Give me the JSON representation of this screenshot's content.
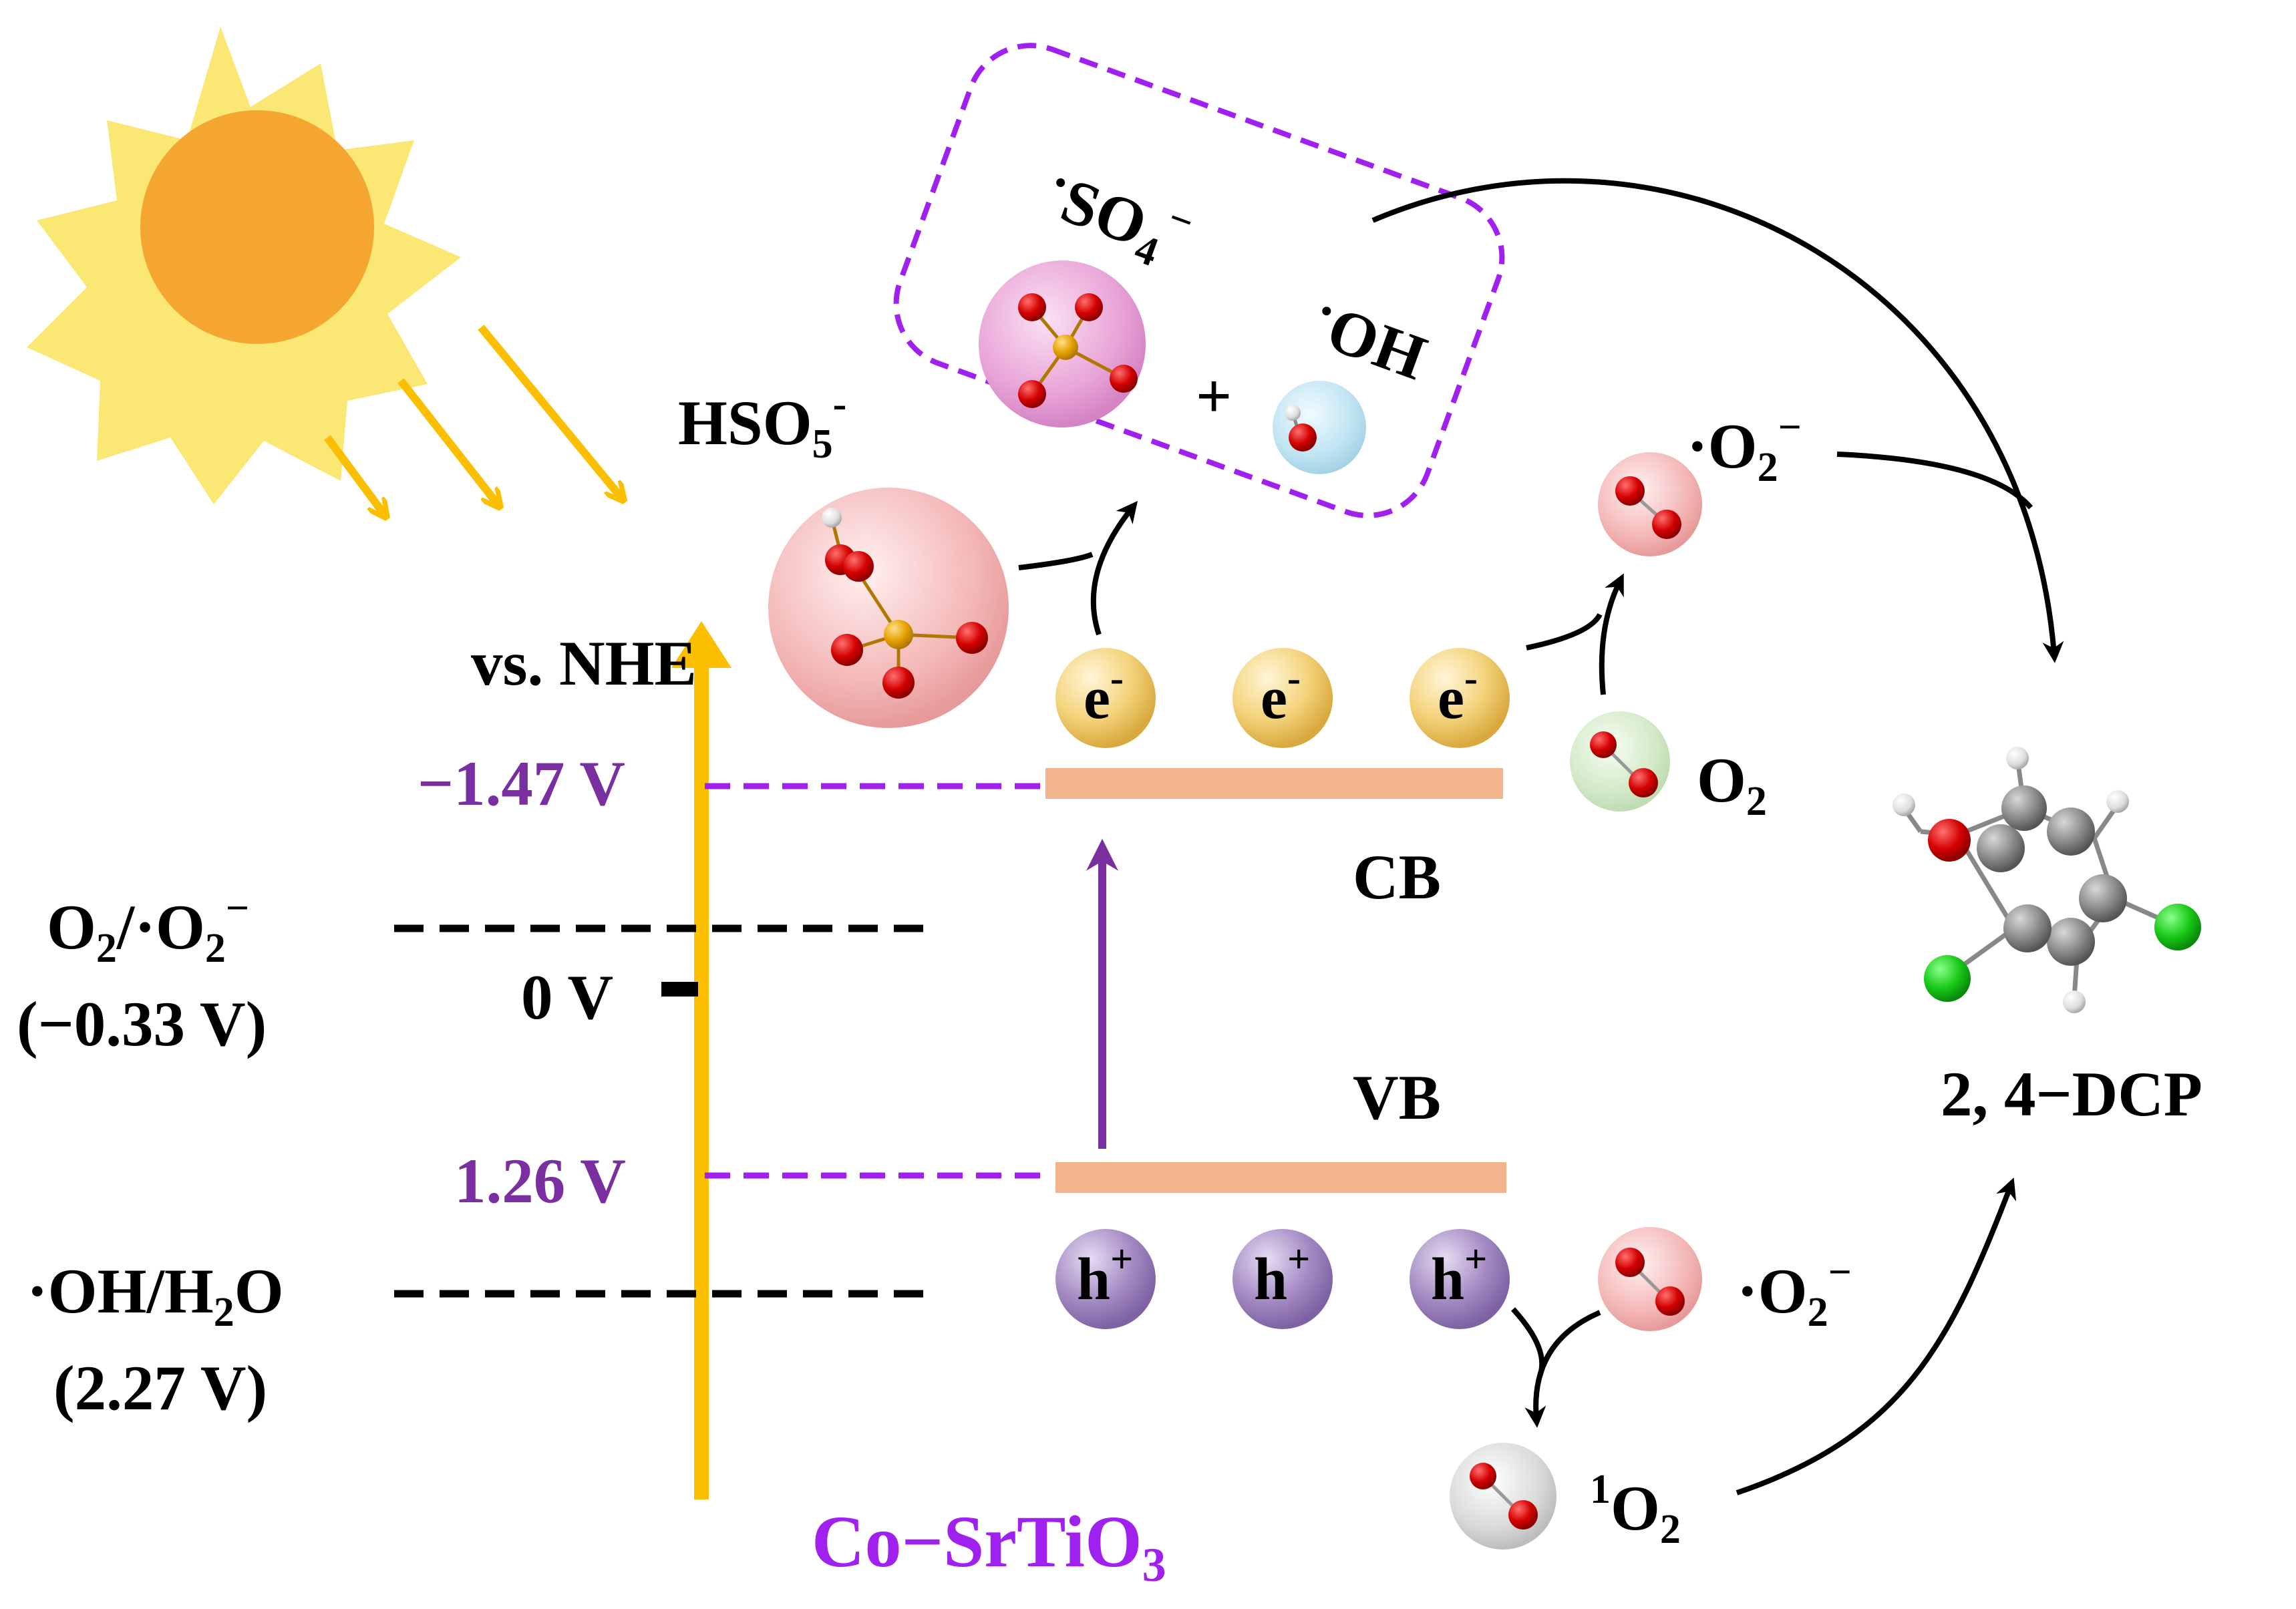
{
  "labels": {
    "axis_label": "vs. NHE",
    "cb_potential": "−1.47 V",
    "zero_potential": "0 V",
    "vb_potential": "1.26 V",
    "o2_couple": "O",
    "o2_couple_sub1": "2",
    "o2_couple_mid": "/·O",
    "o2_couple_sub2": "2",
    "o2_couple_sup": "−",
    "o2_couple_value": "(−0.33 V)",
    "oh_couple": "·OH/H",
    "oh_couple_sub": "2",
    "oh_couple_end": "O",
    "oh_couple_value": "(2.27 V)",
    "cb_label": "CB",
    "vb_label": "VB",
    "material_main": "Co−SrTiO",
    "material_sub": "3",
    "hso5": "HSO",
    "hso5_sub": "5",
    "hso5_sup": "-",
    "so4_dot": "·",
    "so4": "SO",
    "so4_sub": "4",
    "so4_sup": "−",
    "oh_dot": "·",
    "oh": "OH",
    "plus": "+",
    "superoxide_top": "·O",
    "superoxide_top_sub": "2",
    "superoxide_top_sup": "−",
    "o2": "O",
    "o2_sub": "2",
    "superoxide_bottom": "·O",
    "superoxide_bottom_sub": "2",
    "superoxide_bottom_sup": "−",
    "singlet_sup": "1",
    "singlet": "O",
    "singlet_sub": "2",
    "pollutant": "2, 4−DCP",
    "electron": "e",
    "electron_sup": "-",
    "hole": "h",
    "hole_sup": "+"
  },
  "colors": {
    "sun_ray": "#fbe773",
    "sun_core": "#f5a630",
    "light_arrow": "#fbbf00",
    "potential_text": "#7a2fa0",
    "dashed_purple": "#a020f0",
    "band": "#f2b48c",
    "excitation_arrow": "#7a2fa0",
    "electron_ball": "#f3d27a",
    "hole_ball": "#a58bc4",
    "material_text": "#a020f0"
  },
  "icons": [
    "sun-icon",
    "light-ray-arrow-icon",
    "molecule-icon",
    "benzene-molecule-icon"
  ]
}
